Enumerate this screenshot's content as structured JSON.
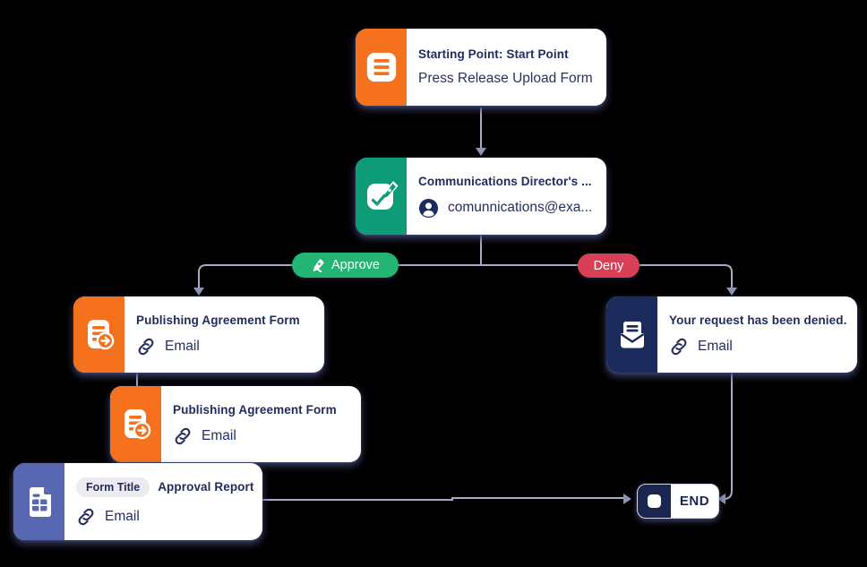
{
  "palette": {
    "background": "#000000",
    "connector": "#A6ABCB",
    "arrowhead": "#8D93B4",
    "card_bg": "#FFFFFF",
    "title_text": "#1F2A5E",
    "body_text": "#2A3160",
    "orange": "#F5711D",
    "teal": "#0E9B77",
    "blue": "#5767B2",
    "navy": "#1C2B5E",
    "end_navy": "#1A2550",
    "approve_green": "#23B573",
    "deny_red": "#D84058",
    "badge_bg": "#EBEBF1"
  },
  "nodes": {
    "start": {
      "title": "Starting Point: Start Point",
      "subtitle": "Press Release Upload Form",
      "icon": "form-lines-icon",
      "accent": "#F5711D"
    },
    "approval": {
      "title": "Communications Director's ...",
      "email": "comunnications@exa...",
      "icon": "approve-sign-icon",
      "accent": "#0E9B77"
    },
    "pub1": {
      "title": "Publishing Agreement Form",
      "channel": "Email",
      "icon": "form-send-icon",
      "accent": "#F5711D"
    },
    "pub2": {
      "title": "Publishing Agreement Form",
      "channel": "Email",
      "icon": "form-send-icon",
      "accent": "#F5711D"
    },
    "report": {
      "badge": "Form Title",
      "title": "Approval Report",
      "channel": "Email",
      "icon": "report-table-icon",
      "accent": "#5767B2"
    },
    "denied": {
      "title": "Your request has been denied.",
      "channel": "Email",
      "icon": "mail-letter-icon",
      "accent": "#1C2B5E"
    },
    "end": {
      "label": "END",
      "icon": "stop-icon",
      "accent": "#1A2550"
    }
  },
  "branch_labels": {
    "approve": "Approve",
    "deny": "Deny"
  }
}
